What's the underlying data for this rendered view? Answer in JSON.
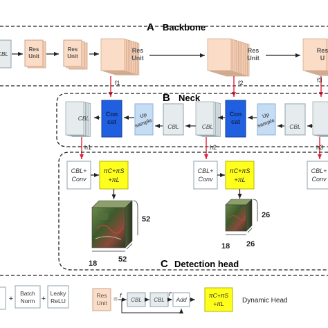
{
  "sections": {
    "backbone": {
      "letter": "A",
      "title": "Backbone"
    },
    "neck": {
      "letter": "B",
      "title": "Neck"
    },
    "head": {
      "letter": "C",
      "title": "Detection head"
    }
  },
  "blocks": {
    "cbl": "CBL",
    "res_unit": [
      "Res",
      "Unit"
    ],
    "concat": [
      "Con",
      "cat"
    ],
    "upsample": [
      "Up",
      "sample"
    ],
    "cbl_conv": [
      "CBL+",
      "Conv"
    ],
    "pi_head": [
      "πC+πS",
      "+πL"
    ]
  },
  "features": {
    "f1": "f1",
    "f2": "f2",
    "f3": "f3",
    "h1": "h1",
    "h2": "h2",
    "h3": "h3"
  },
  "dimensions": {
    "large": {
      "height": "52",
      "width": "18",
      "depth": "52"
    },
    "small": {
      "height": "26",
      "width": "18",
      "depth": "26"
    }
  },
  "legend": {
    "batch_norm": [
      "Batch",
      "Norm"
    ],
    "leaky_relu": [
      "Leaky",
      "ReLU"
    ],
    "plus": "+",
    "res_unit": [
      "Res",
      "Unit"
    ],
    "f": "f",
    "f_prime": "f'",
    "cbl": "CBL",
    "add": "Add",
    "dynamic_head_symbol": [
      "πC+πS",
      "+πL"
    ],
    "dynamic_head_label": "Dynamic Head"
  },
  "colors": {
    "concat": "#1f5fe0",
    "upsample": "#c5dcf5",
    "cbl": "#e6ecee",
    "res_unit": "#fbdcc6",
    "pi_head": "#ffff1e",
    "arrow": "#e0203a"
  }
}
